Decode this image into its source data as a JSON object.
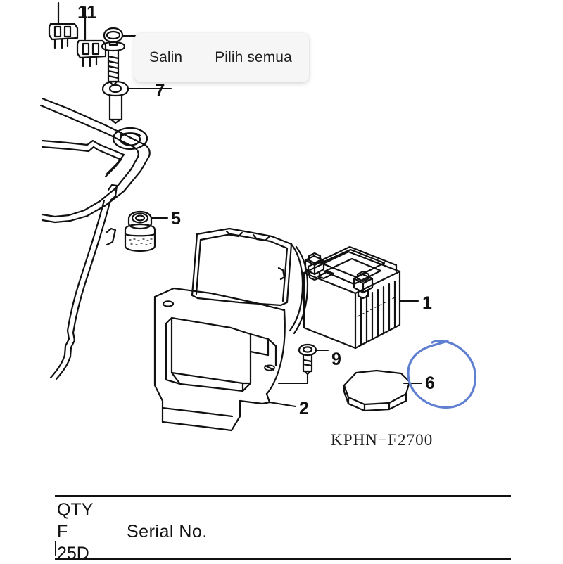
{
  "document": {
    "type": "motorcycle-parts-diagram",
    "part_number_caption": "KPHN−F2700",
    "background_color": "#ffffff",
    "line_color": "#111111"
  },
  "context_menu": {
    "name": "text-selection-popup",
    "visible": true,
    "background_color": "#f6f6f7",
    "items": [
      {
        "label": "Salin"
      },
      {
        "label": "Pilih semua"
      }
    ]
  },
  "annotation": {
    "name": "hand-drawn-circle",
    "color": "#5f7fd0",
    "target_callout": "6",
    "stroke_width": 3
  },
  "callouts": [
    {
      "number": "11",
      "part": "fuse-connector"
    },
    {
      "number": "7",
      "part": "flange-bolt"
    },
    {
      "number": "5",
      "part": "rubber-mount-grommet"
    },
    {
      "number": "1",
      "part": "battery"
    },
    {
      "number": "9",
      "part": "screw"
    },
    {
      "number": "2",
      "part": "battery-box"
    },
    {
      "number": "6",
      "part": "battery-rubber-pad"
    }
  ],
  "parts_table": {
    "columns": [
      "QTY",
      "Serial  No."
    ],
    "rows": [
      {
        "qty": "QTY",
        "serial": ""
      },
      {
        "qty": "F",
        "serial": "Serial  No."
      },
      {
        "qty": "25D",
        "serial": ""
      }
    ],
    "cells": {
      "qty_header": "QTY",
      "f_value": "F",
      "serial_header": "Serial  No.",
      "code_value": "25D"
    }
  }
}
